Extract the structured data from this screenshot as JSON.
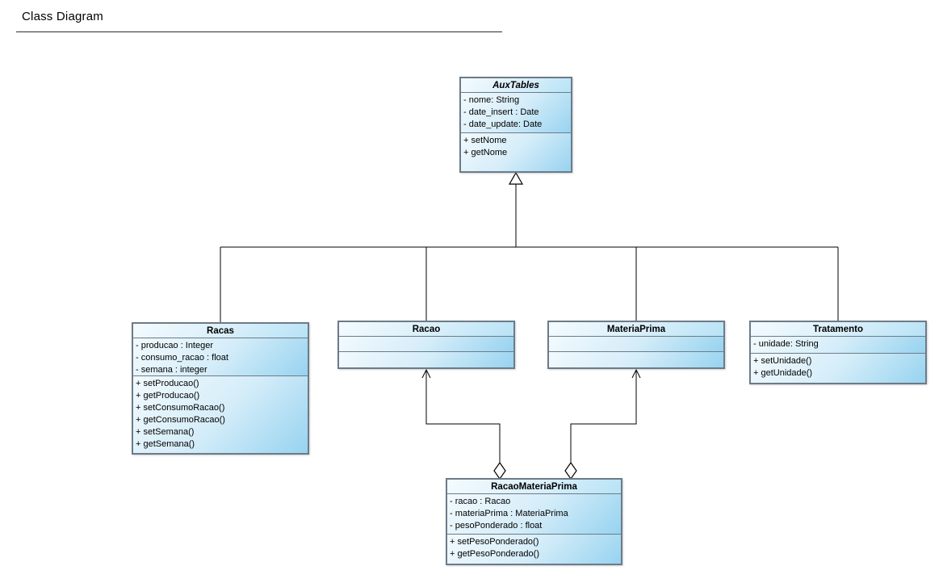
{
  "page": {
    "title": "Class Diagram"
  },
  "diagram": {
    "classes": [
      {
        "id": "auxtables",
        "name": "AuxTables",
        "abstract": true,
        "attributes": [
          "- nome: String",
          "- date_insert : Date",
          "- date_update: Date"
        ],
        "methods": [
          "+ setNome",
          "+ getNome"
        ]
      },
      {
        "id": "racas",
        "name": "Racas",
        "abstract": false,
        "attributes": [
          "- producao : Integer",
          "- consumo_racao : float",
          "- semana : integer"
        ],
        "methods": [
          "+ setProducao()",
          "+ getProducao()",
          "+ setConsumoRacao()",
          "+ getConsumoRacao()",
          "+ setSemana()",
          "+ getSemana()"
        ]
      },
      {
        "id": "racao",
        "name": "Racao",
        "abstract": false,
        "attributes": [],
        "methods": []
      },
      {
        "id": "materiaprima",
        "name": "MateriaPrima",
        "abstract": false,
        "attributes": [],
        "methods": []
      },
      {
        "id": "tratamento",
        "name": "Tratamento",
        "abstract": false,
        "attributes": [
          "- unidade: String"
        ],
        "methods": [
          "+ setUnidade()",
          "+ getUnidade()"
        ]
      },
      {
        "id": "racaomateriaprima",
        "name": "RacaoMateriaPrima",
        "abstract": false,
        "attributes": [
          "- racao : Racao",
          "- materiaPrima : MateriaPrima",
          "- pesoPonderado : float"
        ],
        "methods": [
          "+ setPesoPonderado()",
          "+ getPesoPonderado()"
        ]
      }
    ],
    "relationships": [
      {
        "type": "generalization",
        "from": "Racas",
        "to": "AuxTables"
      },
      {
        "type": "generalization",
        "from": "Racao",
        "to": "AuxTables"
      },
      {
        "type": "generalization",
        "from": "MateriaPrima",
        "to": "AuxTables"
      },
      {
        "type": "generalization",
        "from": "Tratamento",
        "to": "AuxTables"
      },
      {
        "type": "aggregation",
        "from": "RacaoMateriaPrima",
        "to": "Racao"
      },
      {
        "type": "aggregation",
        "from": "RacaoMateriaPrima",
        "to": "MateriaPrima"
      }
    ],
    "colors": {
      "box_fill_light": "#f2fafe",
      "box_fill_dark": "#97d3f0",
      "box_border": "#6d7b87",
      "line": "#000000",
      "background": "#ffffff"
    }
  }
}
